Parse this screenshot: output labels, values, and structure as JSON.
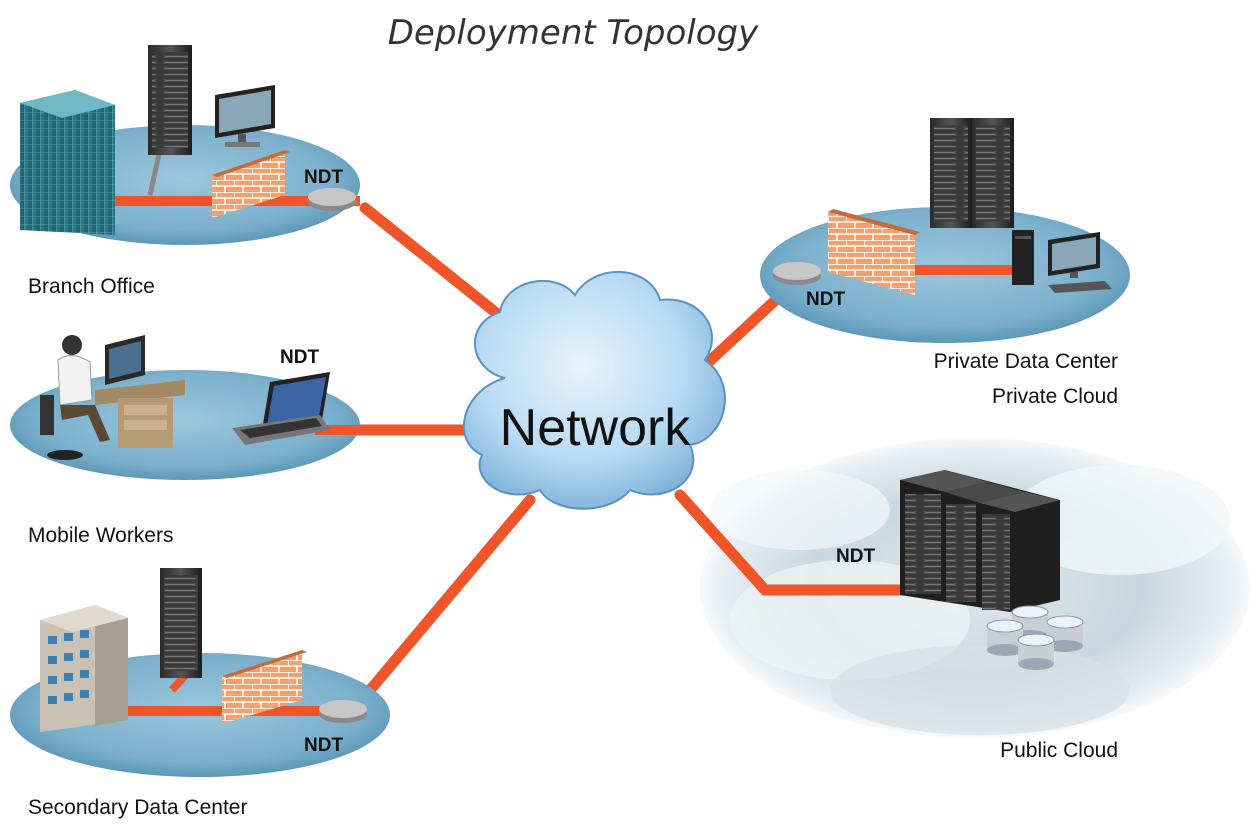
{
  "title": "Deployment Topology",
  "hub": {
    "label": "Network"
  },
  "device_label": "NDT",
  "sites": {
    "branch": {
      "label": "Branch Office"
    },
    "mobile": {
      "label": "Mobile Workers"
    },
    "secondary": {
      "label": "Secondary Data Center"
    },
    "private": {
      "label_line1": "Private Data Center",
      "label_line2": "Private Cloud"
    },
    "public": {
      "label": "Public Cloud"
    }
  },
  "colors": {
    "link": "#f0552a",
    "platform": "#7bb0cc",
    "cloud": "#b8dbf4",
    "firewall": "#ee8a55"
  },
  "icons": [
    "building-icon",
    "server-rack-icon",
    "monitor-icon",
    "firewall-icon",
    "router-icon",
    "laptop-icon",
    "worker-desk-icon",
    "office-tower-icon",
    "desktop-pc-icon",
    "database-icon",
    "cloud-icon"
  ]
}
